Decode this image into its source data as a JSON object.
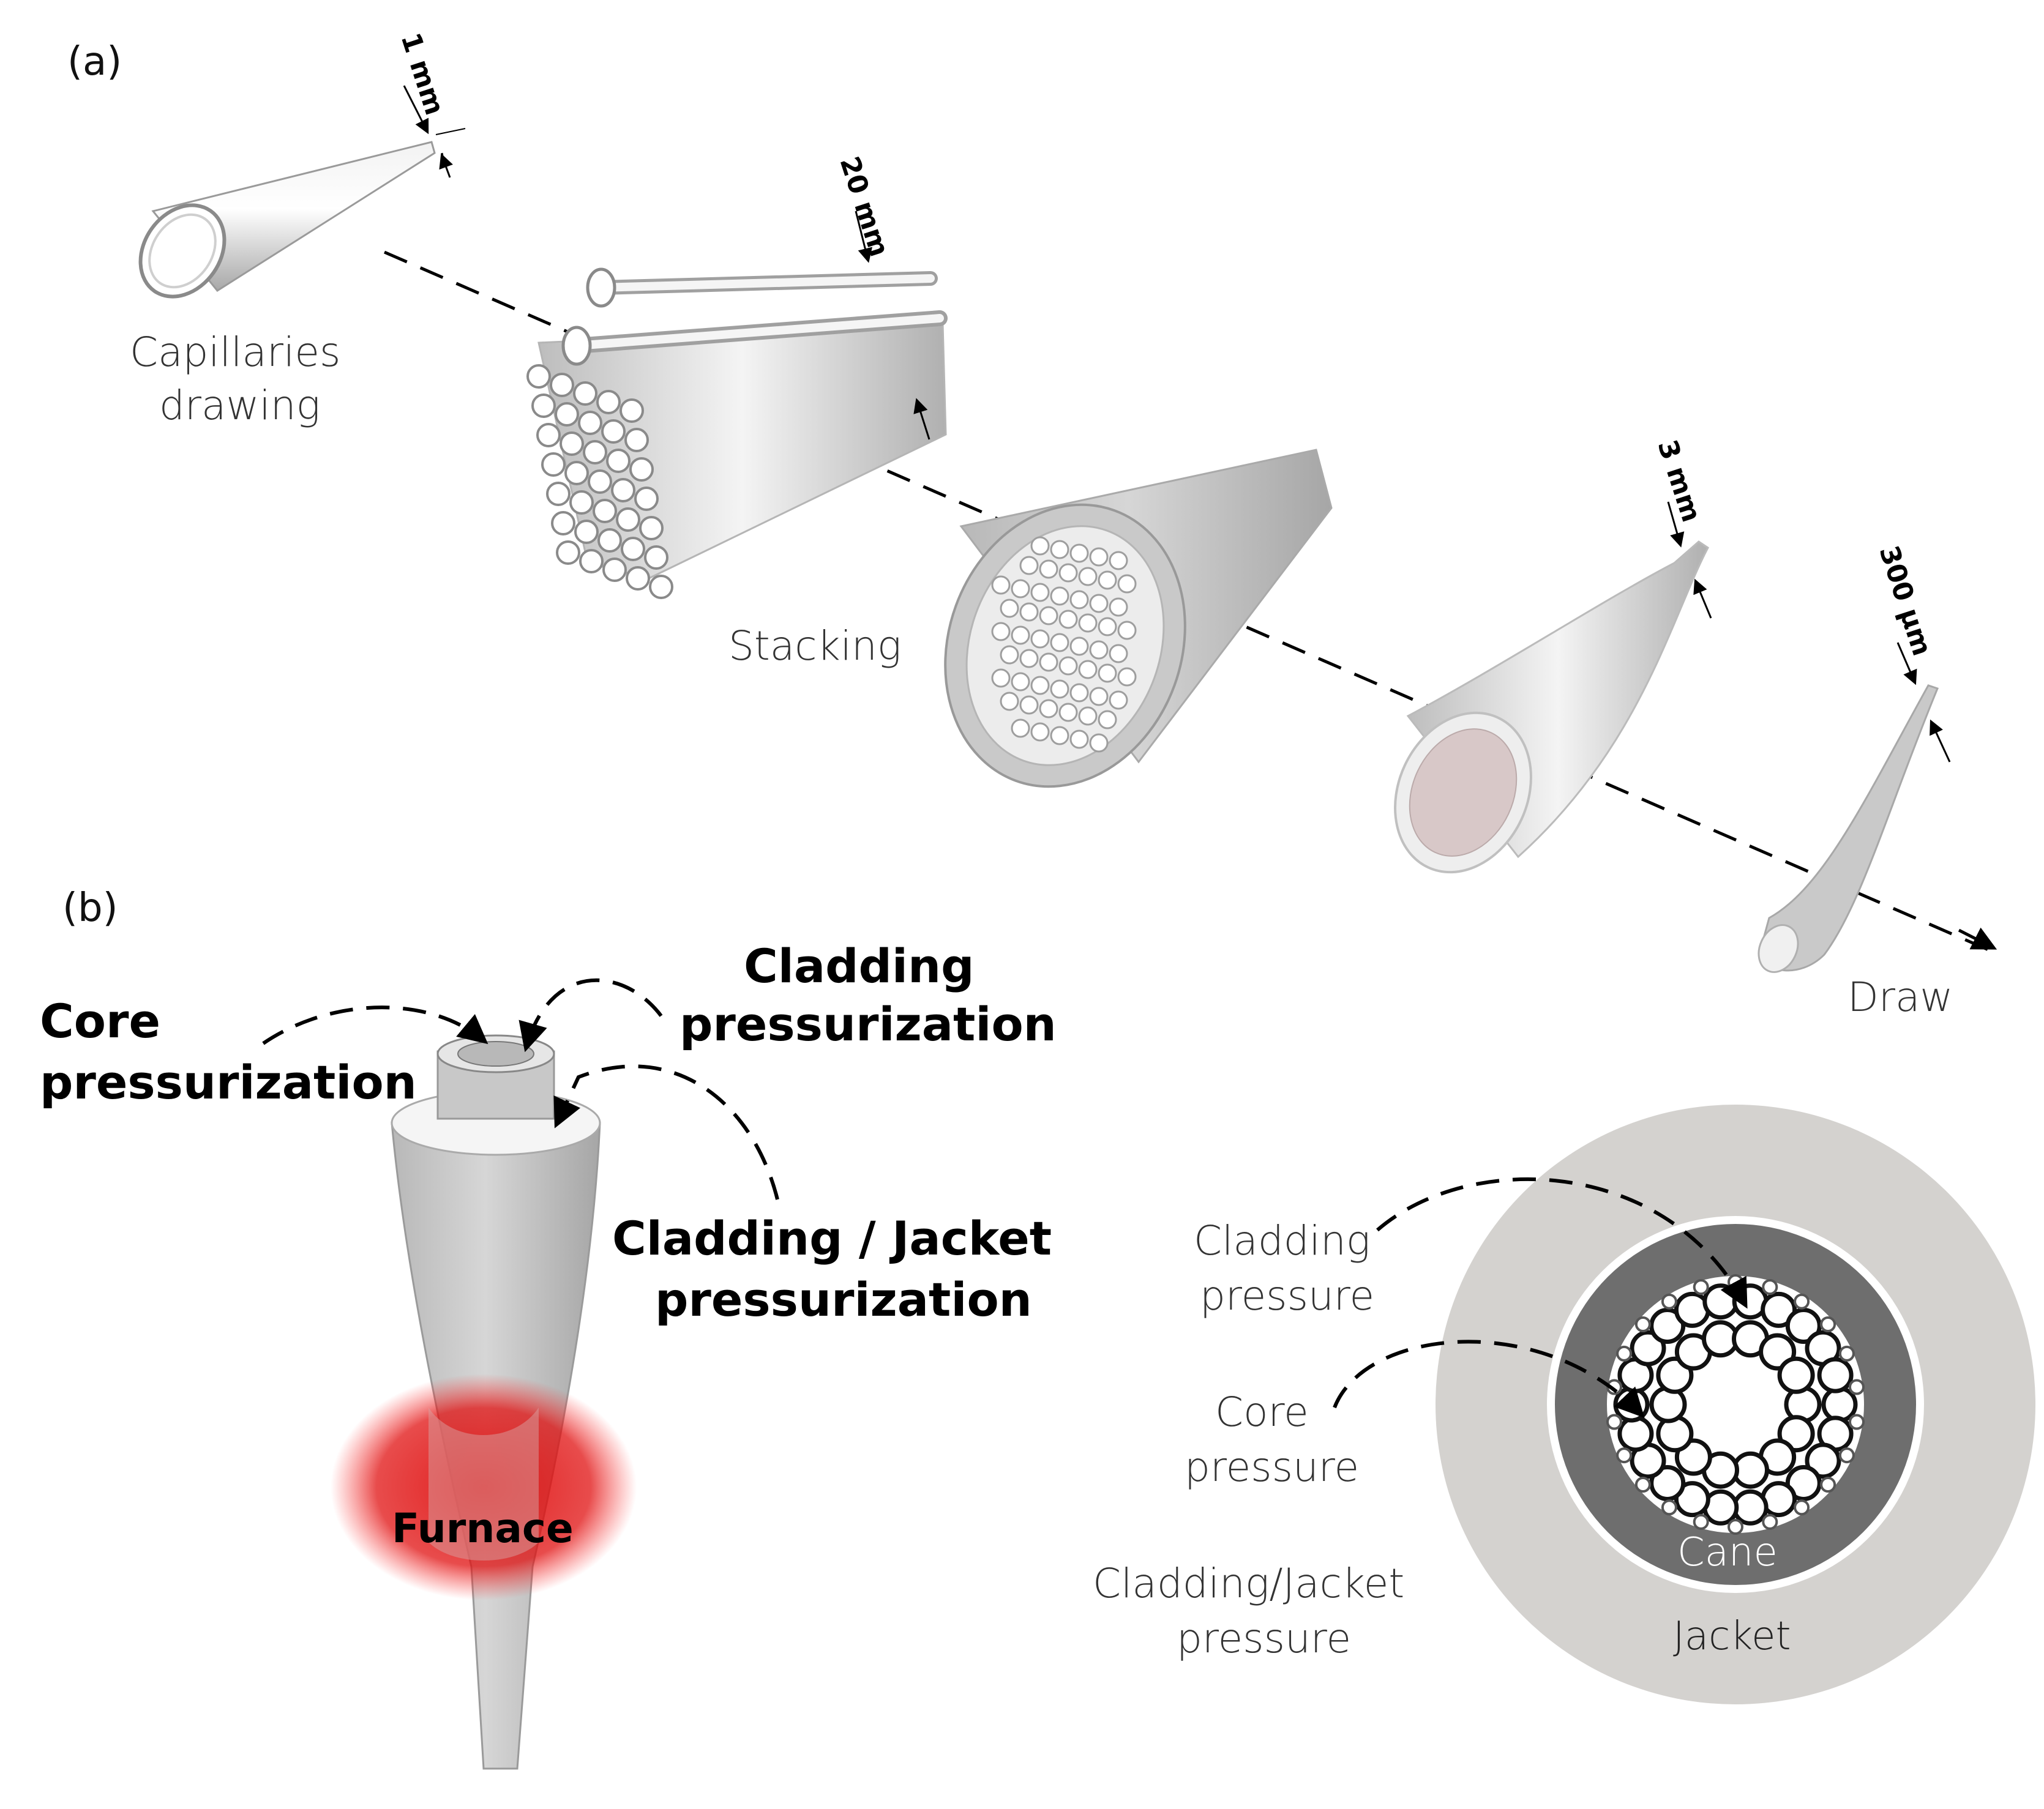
{
  "panel_a": {
    "label": "(a)",
    "dimensions": {
      "capillary": "1 mm",
      "stack": "20 mm",
      "cane": "3 mm",
      "fiber": "300 µm"
    },
    "steps": {
      "capillaries_line1": "Capillaries",
      "capillaries_line2": "drawing",
      "stacking": "Stacking",
      "draw": "Draw"
    }
  },
  "panel_b": {
    "label": "(b)",
    "core_pressurization_line1": "Core",
    "core_pressurization_line2": "pressurization",
    "cladding_pressurization_line1": "Cladding",
    "cladding_pressurization_line2": "pressurization",
    "cladding_jacket_pressurization_line1": "Cladding / Jacket",
    "cladding_jacket_pressurization_line2": "pressurization",
    "furnace": "Furnace",
    "cross_section": {
      "cladding_pressure_line1": "Cladding",
      "cladding_pressure_line2": "pressure",
      "core_pressure_line1": "Core",
      "core_pressure_line2": "pressure",
      "cladding_jacket_pressure_line1": "Cladding/Jacket",
      "cladding_jacket_pressure_line2": "pressure",
      "cane": "Cane",
      "jacket": "Jacket"
    }
  },
  "colors": {
    "glass": "#d9d9d9",
    "glass_dark": "#9e9e9e",
    "jacket": "#d4d2cf",
    "cane_ring": "#6e6e6e",
    "furnace": "#e01010"
  }
}
